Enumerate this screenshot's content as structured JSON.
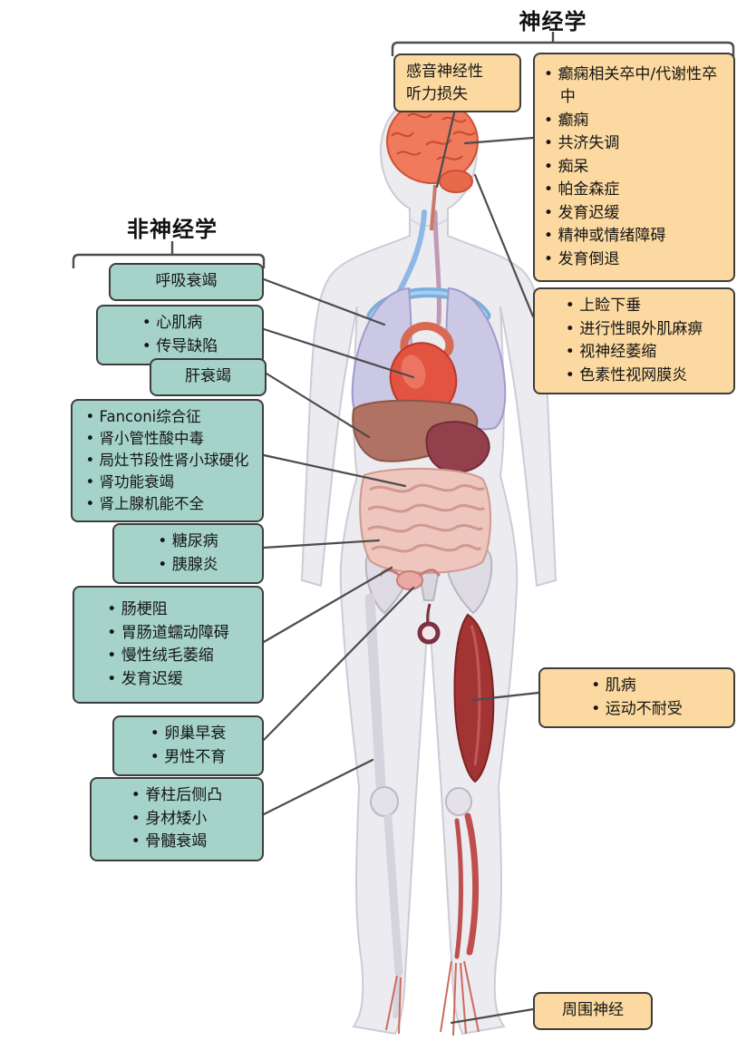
{
  "titles": {
    "neurology": "神经学",
    "non_neurology": "非神经学"
  },
  "colors": {
    "teal_box": "#a5d3c9",
    "orange_box": "#fbd9a0",
    "box_border": "#3d3d3d",
    "brain": "#ef7a5c",
    "heart": "#e25340",
    "muscle": "#a33434"
  },
  "boxes": {
    "hearing": {
      "line1": "感音神经性",
      "line2": "听力损失"
    },
    "brain": {
      "items": [
        "癫痫相关卒中/代谢性卒中",
        "癫痫",
        "共济失调",
        "痴呆",
        "帕金森症",
        "发育迟缓",
        "精神或情绪障碍",
        "发育倒退"
      ]
    },
    "eye": {
      "items": [
        "上睑下垂",
        "进行性眼外肌麻痹",
        "视神经萎缩",
        "色素性视网膜炎"
      ]
    },
    "muscle": {
      "items": [
        "肌病",
        "运动不耐受"
      ]
    },
    "peripheral_nerve": {
      "label": "周围神经"
    },
    "respiratory": {
      "label": "呼吸衰竭"
    },
    "cardiac": {
      "items": [
        "心肌病",
        "传导缺陷"
      ]
    },
    "liver": {
      "label": "肝衰竭"
    },
    "renal": {
      "items": [
        "Fanconi综合征",
        "肾小管性酸中毒",
        "局灶节段性肾小球硬化",
        "肾功能衰竭",
        "肾上腺机能不全"
      ]
    },
    "pancreas": {
      "items": [
        "糖尿病",
        "胰腺炎"
      ]
    },
    "gastrointestinal": {
      "items": [
        "肠梗阻",
        "胃肠道蠕动障碍",
        "慢性绒毛萎缩",
        "发育迟缓"
      ]
    },
    "reproductive": {
      "items": [
        "卵巢早衰",
        "男性不育"
      ]
    },
    "skeletal": {
      "items": [
        "脊柱后侧凸",
        "身材矮小",
        "骨髓衰竭"
      ]
    }
  }
}
